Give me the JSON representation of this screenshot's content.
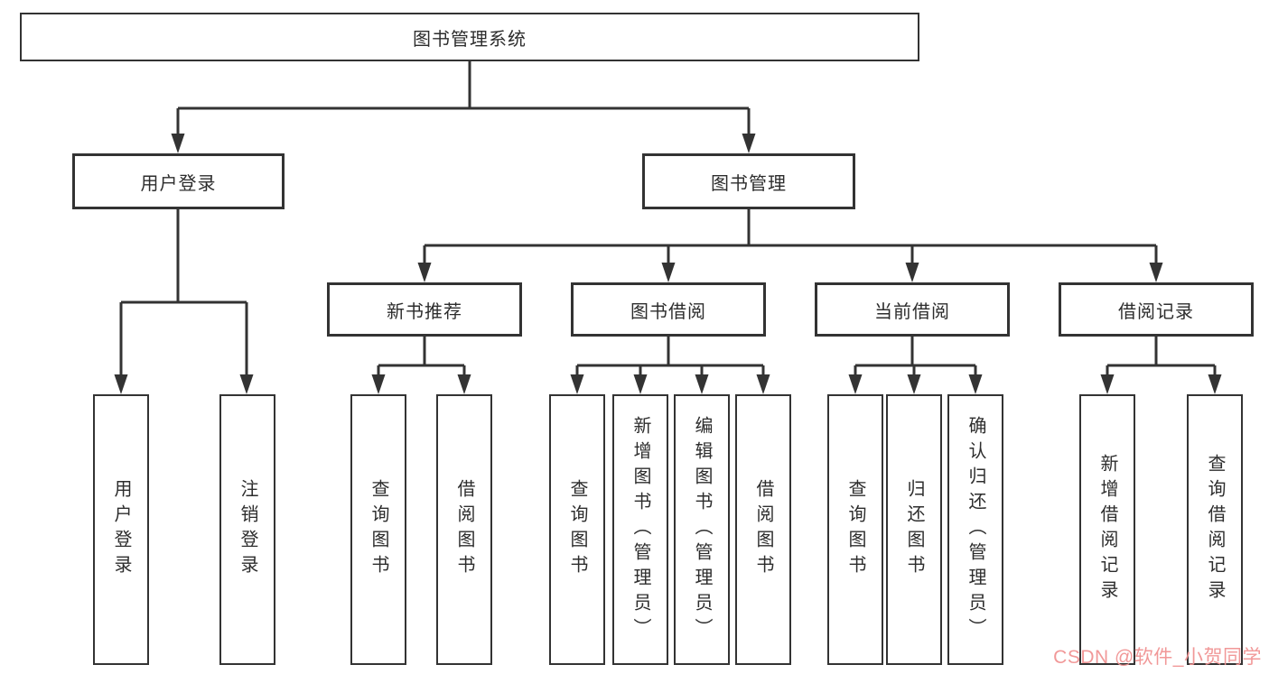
{
  "diagram": {
    "root": {
      "label": "图书管理系统"
    },
    "branches": [
      {
        "label": "用户登录",
        "leaves": [
          "用户登录",
          "注销登录"
        ]
      },
      {
        "label": "图书管理",
        "groups": [
          {
            "label": "新书推荐",
            "leaves": [
              "查询图书",
              "借阅图书"
            ]
          },
          {
            "label": "图书借阅",
            "leaves": [
              "查询图书",
              "新增图书（管理员）",
              "编辑图书（管理员）",
              "借阅图书"
            ]
          },
          {
            "label": "当前借阅",
            "leaves": [
              "查询图书",
              "归还图书",
              "确认归还（管理员）"
            ]
          },
          {
            "label": "借阅记录",
            "leaves": [
              "新增借阅记录",
              "查询借阅记录"
            ]
          }
        ]
      }
    ]
  },
  "watermark": {
    "text": "CSDN @软件_小贺同学"
  },
  "colors": {
    "line": "#333333",
    "box_border": "#333333",
    "text": "#2d2d2d",
    "watermark": "#f09292",
    "background": "#ffffff"
  }
}
